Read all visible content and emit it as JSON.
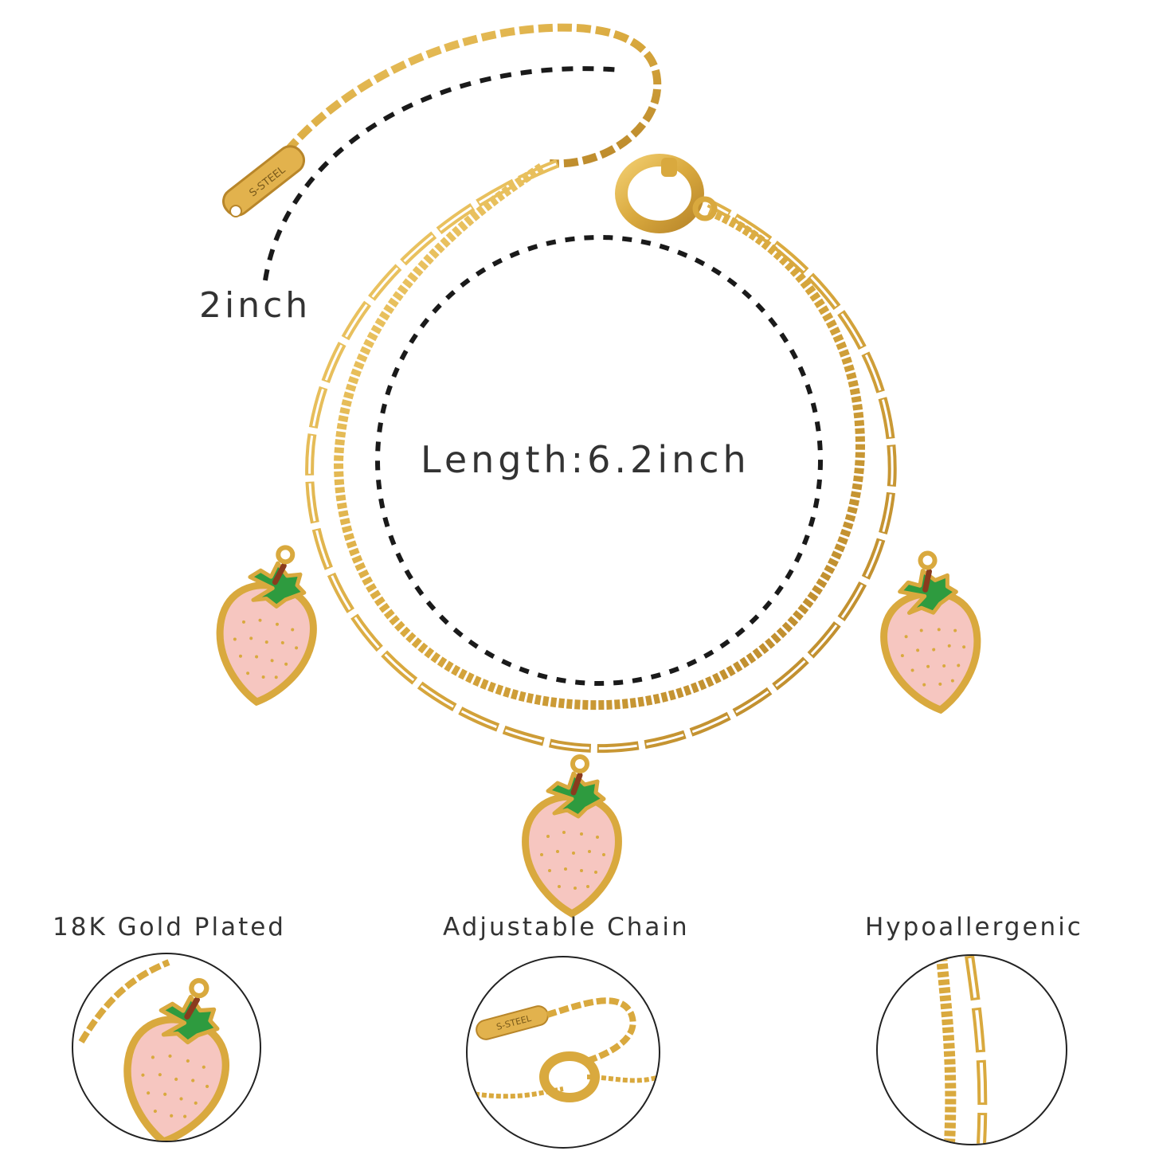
{
  "measurements": {
    "extender": "2inch",
    "length": "Length:6.2inch"
  },
  "tag_text": "S-STEEL",
  "features": [
    {
      "label": "18K Gold Plated"
    },
    {
      "label": "Adjustable Chain"
    },
    {
      "label": "Hypoallergenic"
    }
  ],
  "colors": {
    "gold": "#d9a93e",
    "gold_dark": "#b8862a",
    "pink": "#f6c6c0",
    "leaf": "#2e9b3f",
    "stem": "#8a3b1e",
    "text": "#333333"
  }
}
